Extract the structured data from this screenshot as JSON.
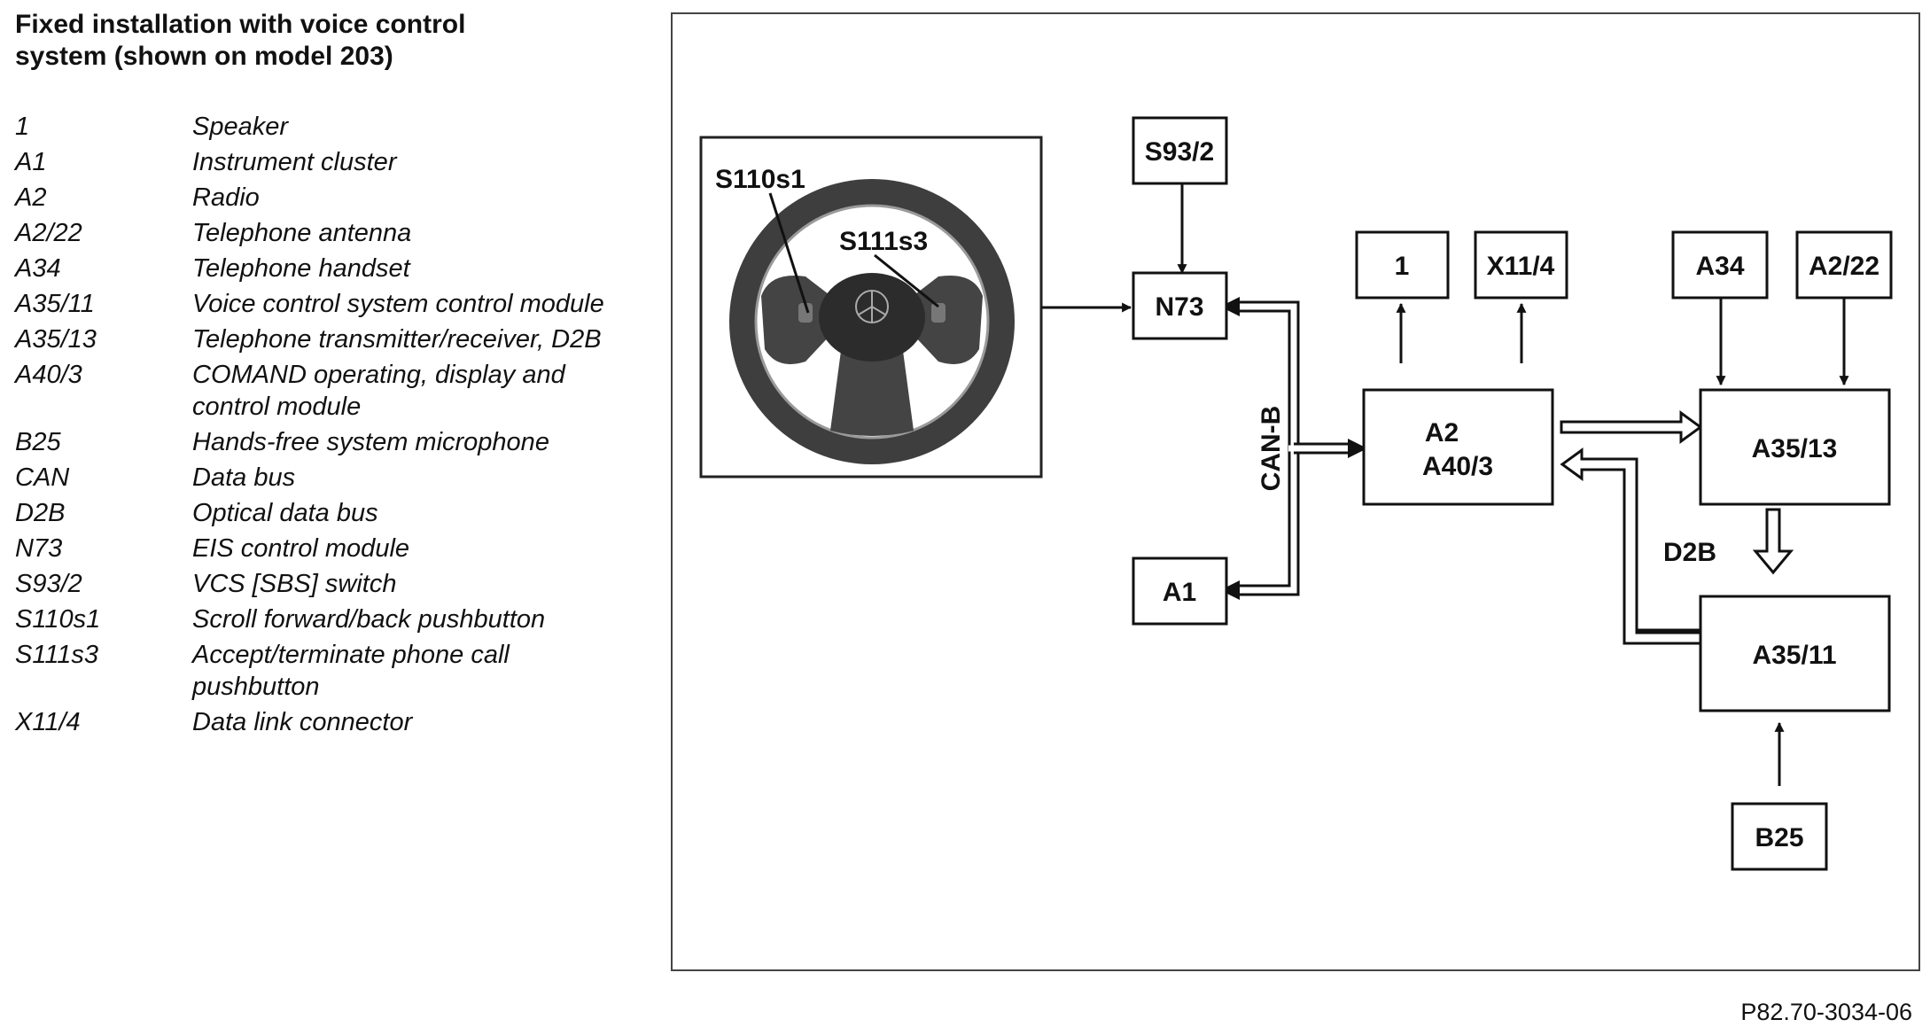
{
  "header": {
    "title_line1": "Fixed installation with voice control",
    "title_line2": "system (shown on model 203)"
  },
  "legend": [
    {
      "code": "1",
      "desc": "Speaker"
    },
    {
      "code": "A1",
      "desc": "Instrument cluster"
    },
    {
      "code": "A2",
      "desc": "Radio"
    },
    {
      "code": "A2/22",
      "desc": "Telephone antenna"
    },
    {
      "code": "A34",
      "desc": "Telephone handset"
    },
    {
      "code": "A35/11",
      "desc": "Voice control system control module"
    },
    {
      "code": "A35/13",
      "desc": "Telephone transmitter/receiver, D2B"
    },
    {
      "code": "A40/3",
      "desc": "COMAND operating, display and control module"
    },
    {
      "code": "B25",
      "desc": "Hands-free system microphone"
    },
    {
      "code": "CAN",
      "desc": "Data bus"
    },
    {
      "code": "D2B",
      "desc": "Optical data bus"
    },
    {
      "code": "N73",
      "desc": "EIS control module"
    },
    {
      "code": "S93/2",
      "desc": "VCS [SBS] switch"
    },
    {
      "code": "S110s1",
      "desc": "Scroll forward/back pushbutton"
    },
    {
      "code": "S111s3",
      "desc": "Accept/terminate phone call pushbutton"
    },
    {
      "code": "X11/4",
      "desc": "Data link connector"
    }
  ],
  "diagram": {
    "steering_labels": {
      "s110s1": "S110s1",
      "s111s3": "S111s3"
    },
    "boxes": {
      "s93_2": "S93/2",
      "n73": "N73",
      "a1": "A1",
      "speaker": "1",
      "x11_4": "X11/4",
      "a2_line1": "A2",
      "a2_line2": "A40/3",
      "a34": "A34",
      "a2_22": "A2/22",
      "a35_13": "A35/13",
      "a35_11": "A35/11",
      "b25": "B25"
    },
    "bus_labels": {
      "can": "CAN-B",
      "d2b": "D2B"
    }
  },
  "figure_ref": "P82.70-3034-06"
}
